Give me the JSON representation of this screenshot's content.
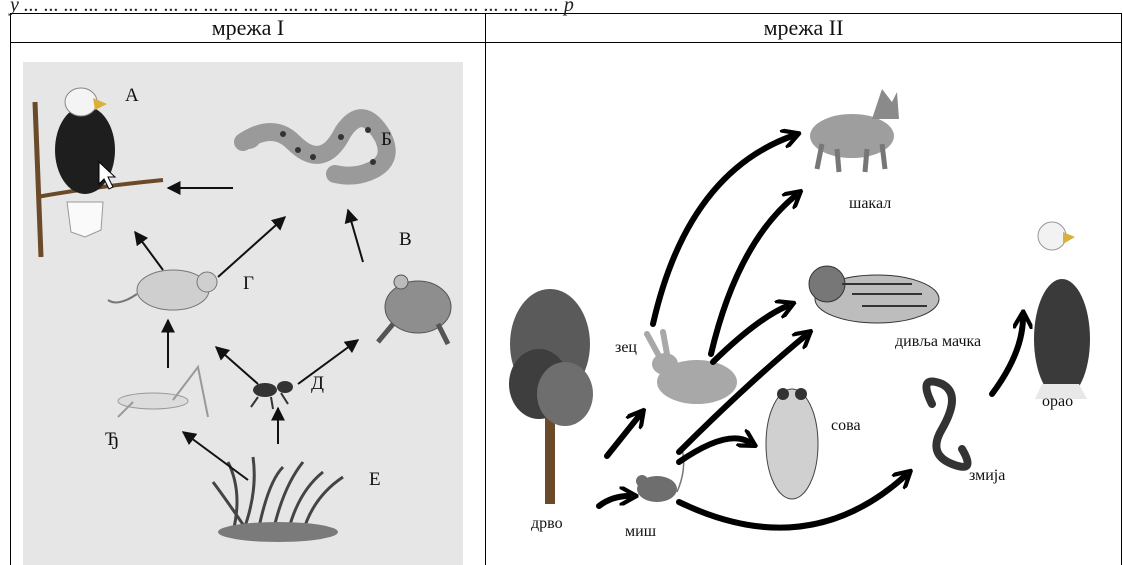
{
  "top_cut_text": "у ... ... ... ... ... ... ... ... ... ... ... ... ... ... ... ... ... ... ... ... ... ... ... ... ... ... ... р",
  "headers": {
    "web1": "мрежа I",
    "web2": "мрежа II"
  },
  "web1": {
    "labels": {
      "A": "А",
      "B": "Б",
      "V": "В",
      "G": "Г",
      "D": "Д",
      "Dj": "Ђ",
      "E": "Е"
    }
  },
  "web2": {
    "labels": {
      "tree": "дрво",
      "rabbit": "зец",
      "mouse": "миш",
      "owl": "сова",
      "jackal": "шакал",
      "wildcat": "дивља мачка",
      "snake": "змија",
      "eagle": "орао"
    }
  }
}
